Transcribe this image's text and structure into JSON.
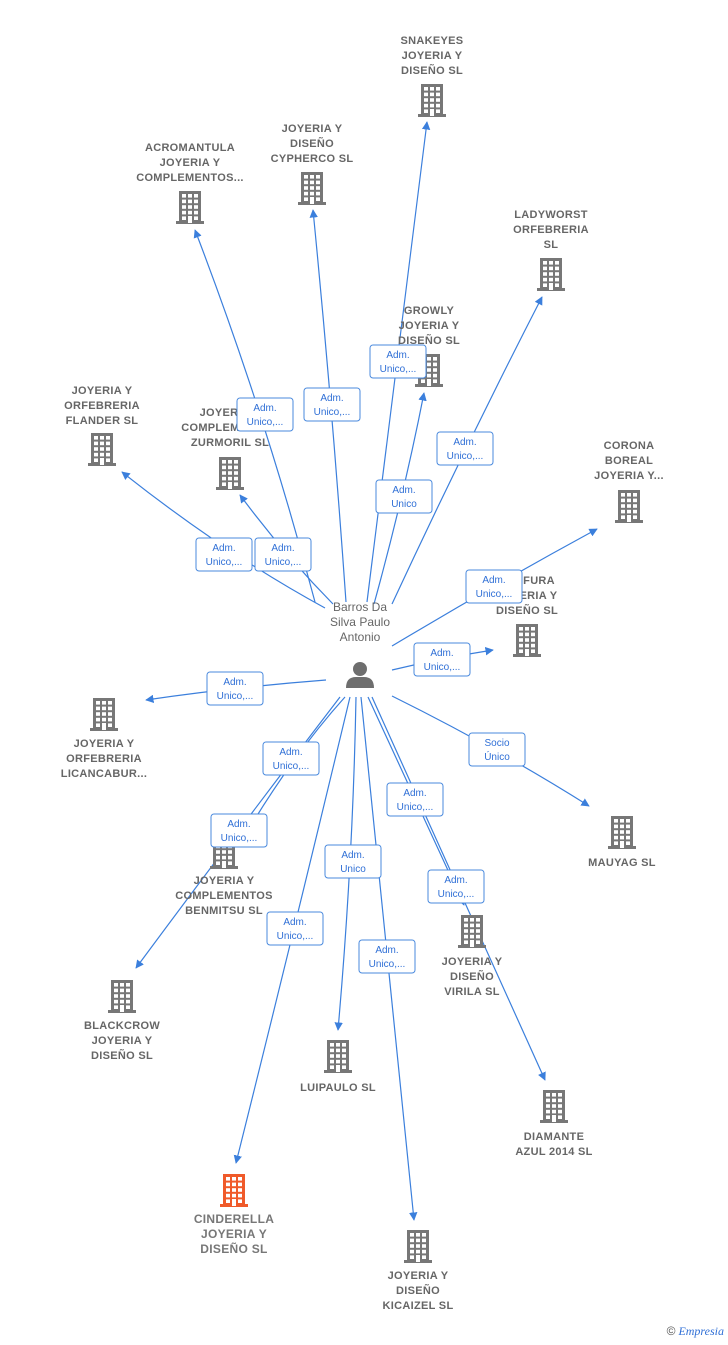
{
  "colors": {
    "node": "#777777",
    "highlight": "#f05a2a",
    "edge": "#3b7fdc",
    "person": "#6e6e6e"
  },
  "center": {
    "name": [
      "Barros Da",
      "Silva Paulo",
      "Antonio"
    ],
    "icon": "person-icon"
  },
  "nodes": [
    {
      "id": "snakeyes",
      "label": [
        "SNAKEYES",
        "JOYERIA Y",
        "DISEÑO SL"
      ]
    },
    {
      "id": "acromantula",
      "label": [
        "ACROMANTULA",
        "JOYERIA Y",
        "COMPLEMENTOS..."
      ]
    },
    {
      "id": "cypherco",
      "label": [
        "JOYERIA Y",
        "DISEÑO",
        "CYPHERCO SL"
      ]
    },
    {
      "id": "ladyworst",
      "label": [
        "LADYWORST",
        "ORFEBRERIA",
        "SL"
      ]
    },
    {
      "id": "growly",
      "label": [
        "GROWLY",
        "JOYERIA Y",
        "DISEÑO SL"
      ]
    },
    {
      "id": "flander",
      "label": [
        "JOYERIA Y",
        "ORFEBRERIA",
        "FLANDER SL"
      ]
    },
    {
      "id": "zurmoril",
      "label": [
        "JOYERIA Y",
        "COMPLEMENTOS",
        "ZURMORIL SL"
      ]
    },
    {
      "id": "corona",
      "label": [
        "CORONA",
        "BOREAL",
        "JOYERIA Y..."
      ]
    },
    {
      "id": "purpura",
      "label": [
        "PURFURA",
        "JOYERIA Y",
        "DISEÑO SL"
      ]
    },
    {
      "id": "licancabur",
      "label": [
        "JOYERIA Y",
        "ORFEBRERIA",
        "LICANCABUR..."
      ]
    },
    {
      "id": "mauyag",
      "label": [
        "MAUYAG SL"
      ]
    },
    {
      "id": "benmitsu",
      "label": [
        "JOYERIA Y",
        "COMPLEMENTOS",
        "BENMITSU SL"
      ]
    },
    {
      "id": "virila",
      "label": [
        "JOYERIA Y",
        "DISEÑO",
        "VIRILA SL"
      ]
    },
    {
      "id": "blackcrow",
      "label": [
        "BLACKCROW",
        "JOYERIA Y",
        "DISEÑO SL"
      ]
    },
    {
      "id": "luipaulo",
      "label": [
        "LUIPAULO SL"
      ]
    },
    {
      "id": "diamante",
      "label": [
        "DIAMANTE",
        "AZUL 2014 SL"
      ]
    },
    {
      "id": "cinderella",
      "label": [
        "CINDERELLA",
        "JOYERIA Y",
        "DISEÑO SL"
      ],
      "highlight": true
    },
    {
      "id": "kicaizel",
      "label": [
        "JOYERIA Y",
        "DISEÑO",
        "KICAIZEL SL"
      ]
    }
  ],
  "edges": [
    {
      "to": "snakeyes",
      "label": [
        "Adm.",
        "Unico,..."
      ]
    },
    {
      "to": "acromantula",
      "label": [
        "Adm.",
        "Unico,..."
      ]
    },
    {
      "to": "cypherco",
      "label": [
        "Adm.",
        "Unico,..."
      ]
    },
    {
      "to": "ladyworst",
      "label": [
        "Adm.",
        "Unico,..."
      ]
    },
    {
      "to": "growly",
      "label": [
        "Adm.",
        "Unico"
      ]
    },
    {
      "to": "flander",
      "label": [
        "Adm.",
        "Unico,..."
      ]
    },
    {
      "to": "zurmoril",
      "label": [
        "Adm.",
        "Unico,..."
      ]
    },
    {
      "to": "corona",
      "label": [
        "Adm.",
        "Unico,..."
      ]
    },
    {
      "to": "purpura",
      "label": [
        "Adm.",
        "Unico,..."
      ]
    },
    {
      "to": "licancabur",
      "label": [
        "Adm.",
        "Unico,..."
      ]
    },
    {
      "to": "mauyag",
      "label": [
        "Socio",
        "Único"
      ]
    },
    {
      "to": "benmitsu",
      "label": [
        "Adm.",
        "Unico,..."
      ]
    },
    {
      "to": "virila",
      "label": [
        "Adm.",
        "Unico,..."
      ]
    },
    {
      "to": "blackcrow",
      "label": [
        "Adm.",
        "Unico,..."
      ]
    },
    {
      "to": "luipaulo",
      "label": [
        "Adm.",
        "Unico"
      ]
    },
    {
      "to": "diamante",
      "label": [
        "Adm.",
        "Unico,..."
      ]
    },
    {
      "to": "cinderella",
      "label": [
        "Adm.",
        "Unico,..."
      ]
    },
    {
      "to": "kicaizel",
      "label": [
        "Adm.",
        "Unico,..."
      ]
    }
  ],
  "footer": {
    "copyright": "©",
    "brand": "Empresia"
  }
}
